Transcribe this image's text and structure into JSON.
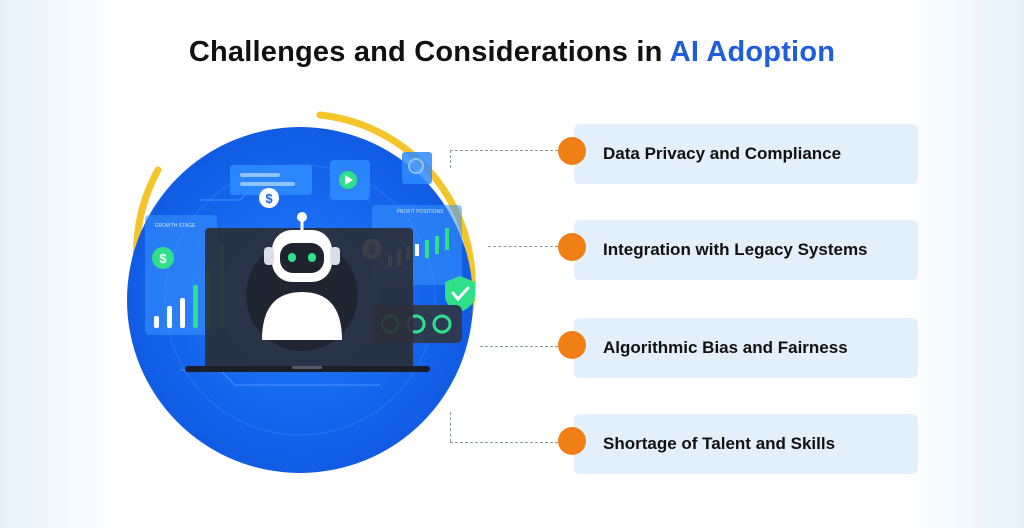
{
  "title": {
    "main": "Challenges and Considerations in ",
    "accent": "AI Adoption"
  },
  "illustration": {
    "growth_label": "GROWTH STAGE",
    "profit_label": "PROFIT POSITIONS",
    "dollar_symbol": "$"
  },
  "items": [
    {
      "label": "Data Privacy and Compliance"
    },
    {
      "label": "Integration with Legacy Systems"
    },
    {
      "label": "Algorithmic Bias and Fairness"
    },
    {
      "label": "Shortage of Talent and Skills"
    }
  ],
  "colors": {
    "accent": "#1f5ed8",
    "dot": "#f07f16",
    "card": "#e3effa",
    "ring": "#f4c52b",
    "circle": "#1664f0"
  }
}
